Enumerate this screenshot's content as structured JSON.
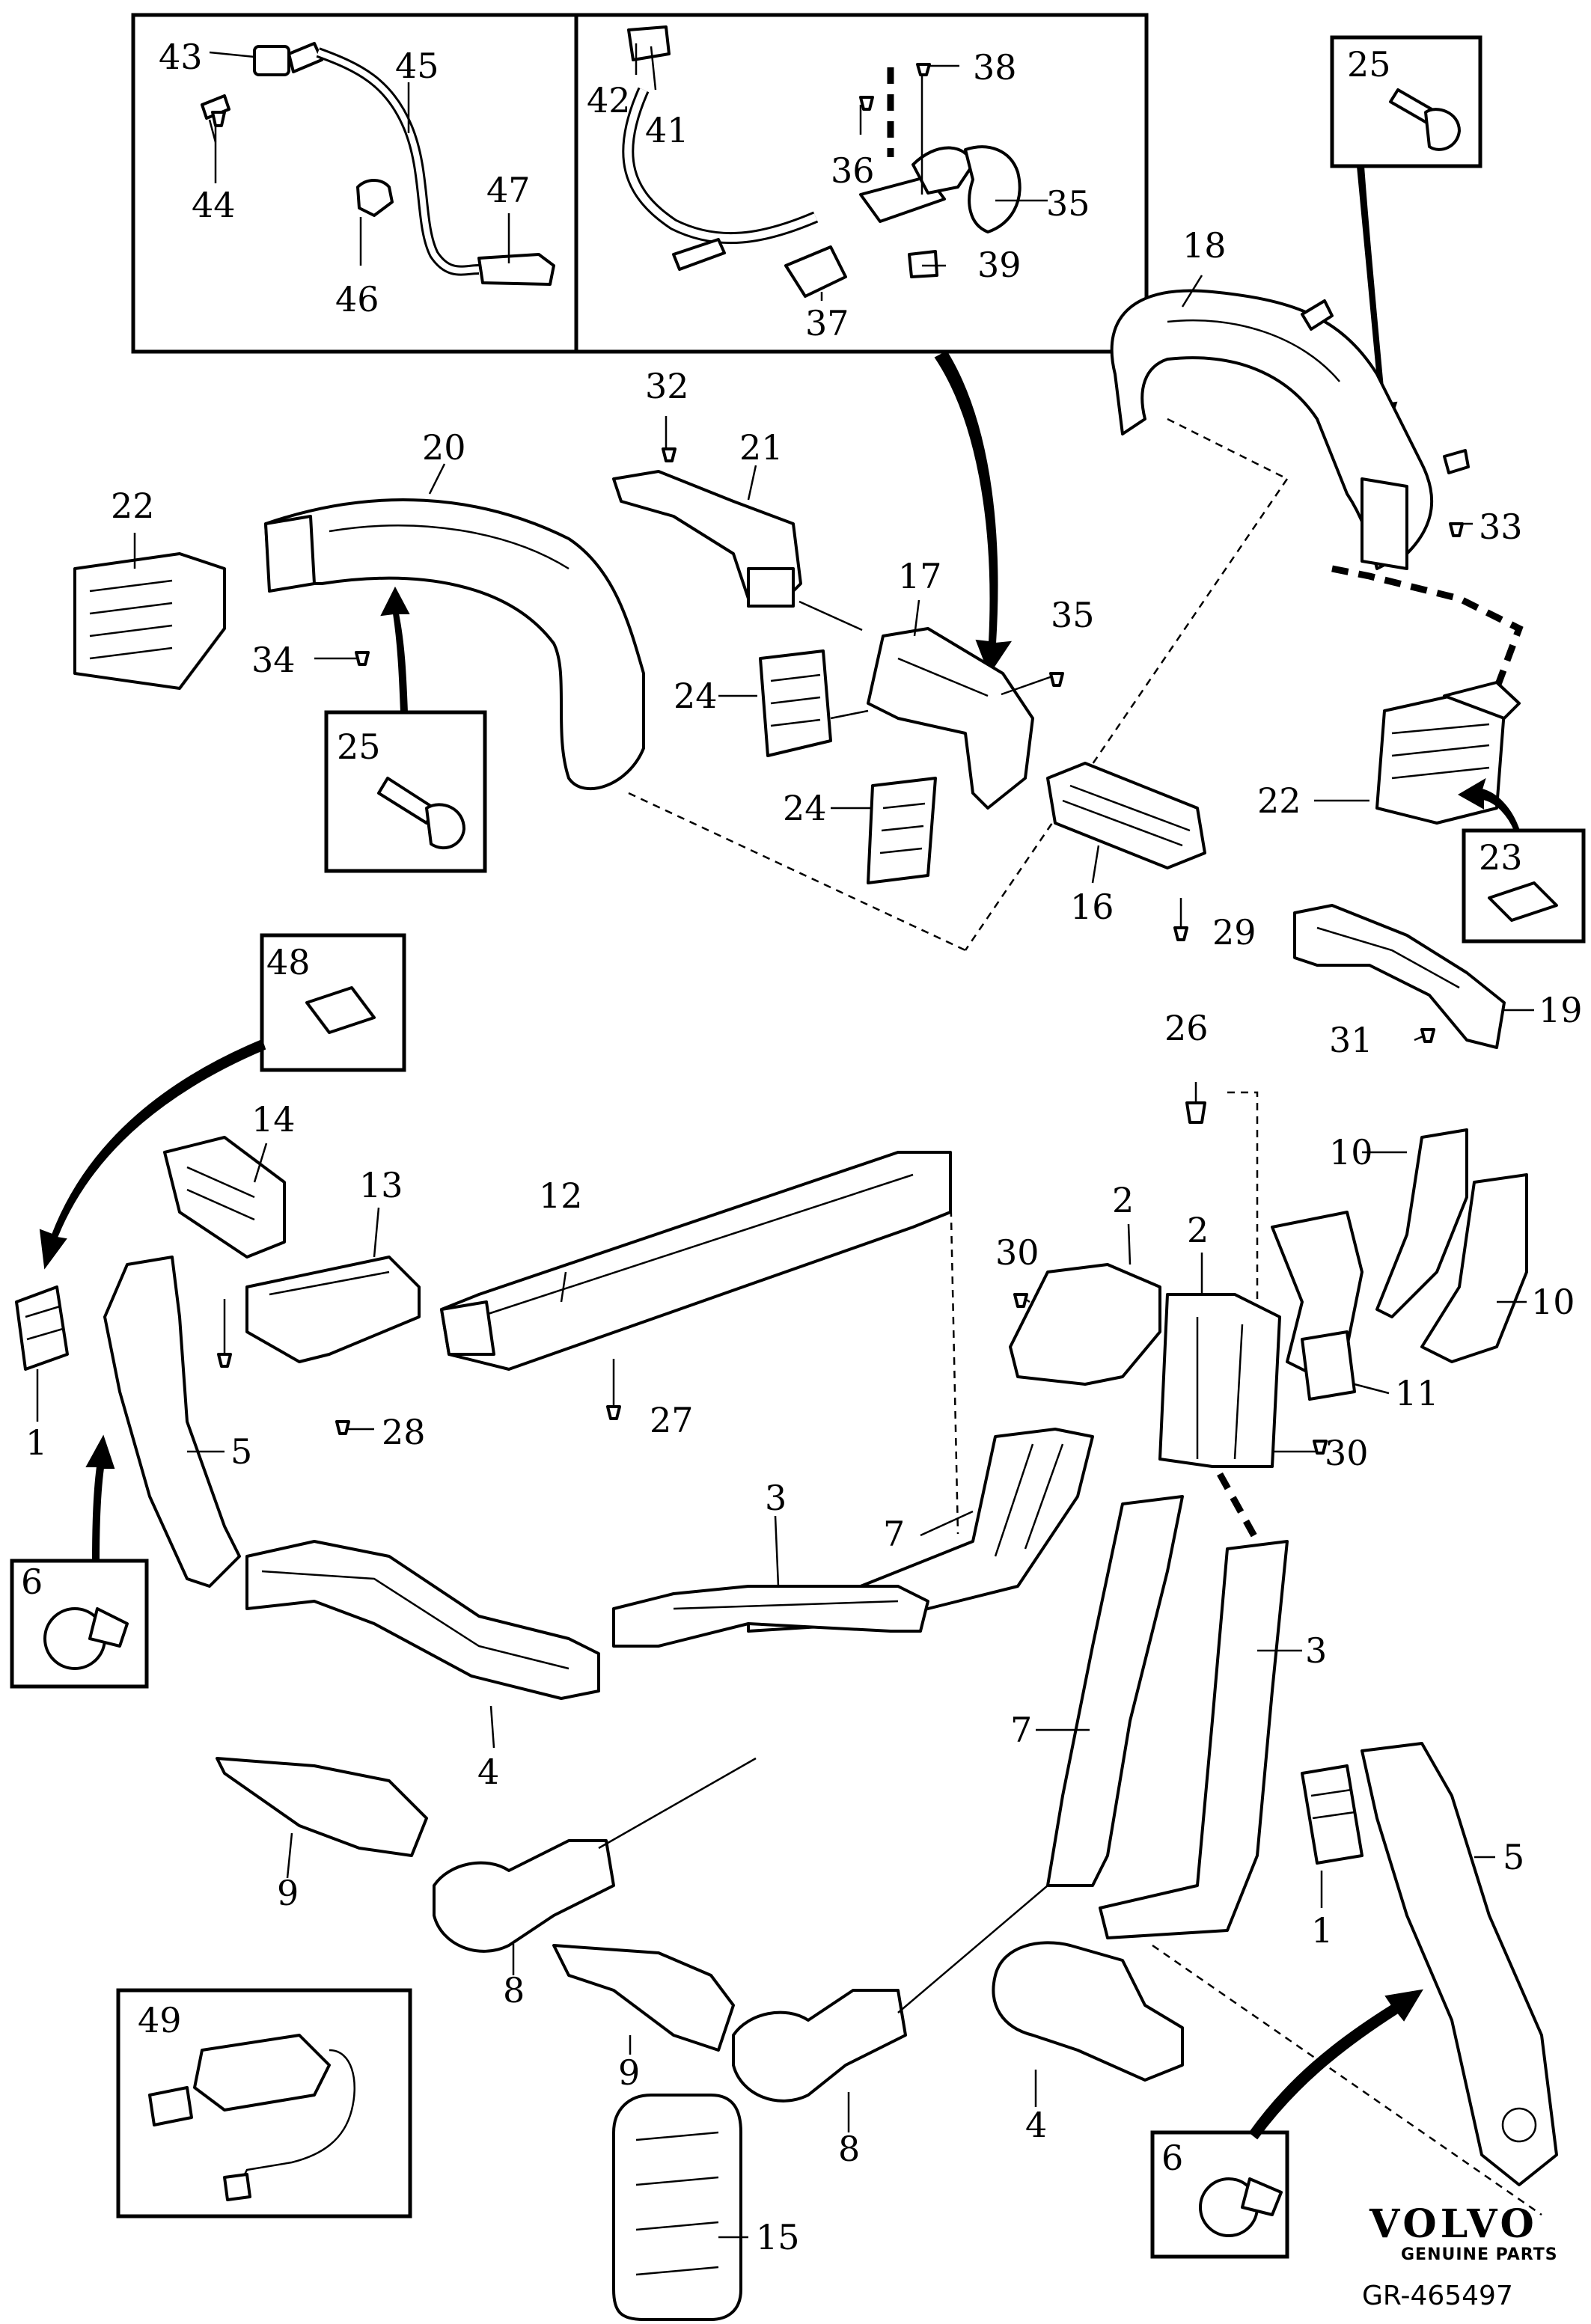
{
  "labels": {
    "n1a": "1",
    "n1b": "1",
    "n2a": "2",
    "n2b": "2",
    "n3a": "3",
    "n3b": "3",
    "n4a": "4",
    "n4b": "4",
    "n5a": "5",
    "n5b": "5",
    "n6a": "6",
    "n6b": "6",
    "n7a": "7",
    "n7b": "7",
    "n8a": "8",
    "n8b": "8",
    "n9a": "9",
    "n9b": "9",
    "n10a": "10",
    "n10b": "10",
    "n11": "11",
    "n12": "12",
    "n13": "13",
    "n14": "14",
    "n15": "15",
    "n16": "16",
    "n17": "17",
    "n18": "18",
    "n19": "19",
    "n20": "20",
    "n21": "21",
    "n22a": "22",
    "n22b": "22",
    "n23": "23",
    "n24a": "24",
    "n24b": "24",
    "n25a": "25",
    "n25b": "25",
    "n26": "26",
    "n27": "27",
    "n28": "28",
    "n29": "29",
    "n30a": "30",
    "n30b": "30",
    "n31": "31",
    "n32": "32",
    "n33": "33",
    "n34": "34",
    "n35a": "35",
    "n35b": "35",
    "n36": "36",
    "n37": "37",
    "n38": "38",
    "n39": "39",
    "n41": "41",
    "n42": "42",
    "n43": "43",
    "n44": "44",
    "n45": "45",
    "n46": "46",
    "n47": "47",
    "n48": "48",
    "n49": "49"
  },
  "logo": {
    "brand": "VOLVO",
    "tagline": "GENUINE PARTS"
  },
  "reference": "GR-465497"
}
